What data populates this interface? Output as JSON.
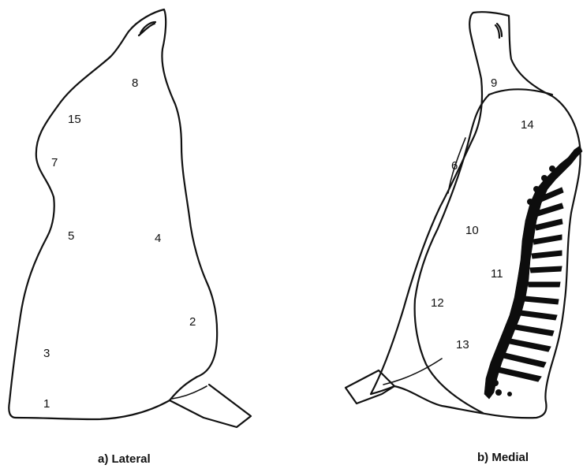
{
  "figure": {
    "lateral_caption": "a) Lateral",
    "medial_caption": "b) Medial",
    "lateral_labels": [
      "8",
      "15",
      "7",
      "5",
      "4",
      "2",
      "3",
      "1"
    ],
    "medial_labels": [
      "9",
      "14",
      "6",
      "10",
      "11",
      "12",
      "13"
    ]
  },
  "colors": {
    "line": "#111111",
    "background": "#ffffff"
  }
}
